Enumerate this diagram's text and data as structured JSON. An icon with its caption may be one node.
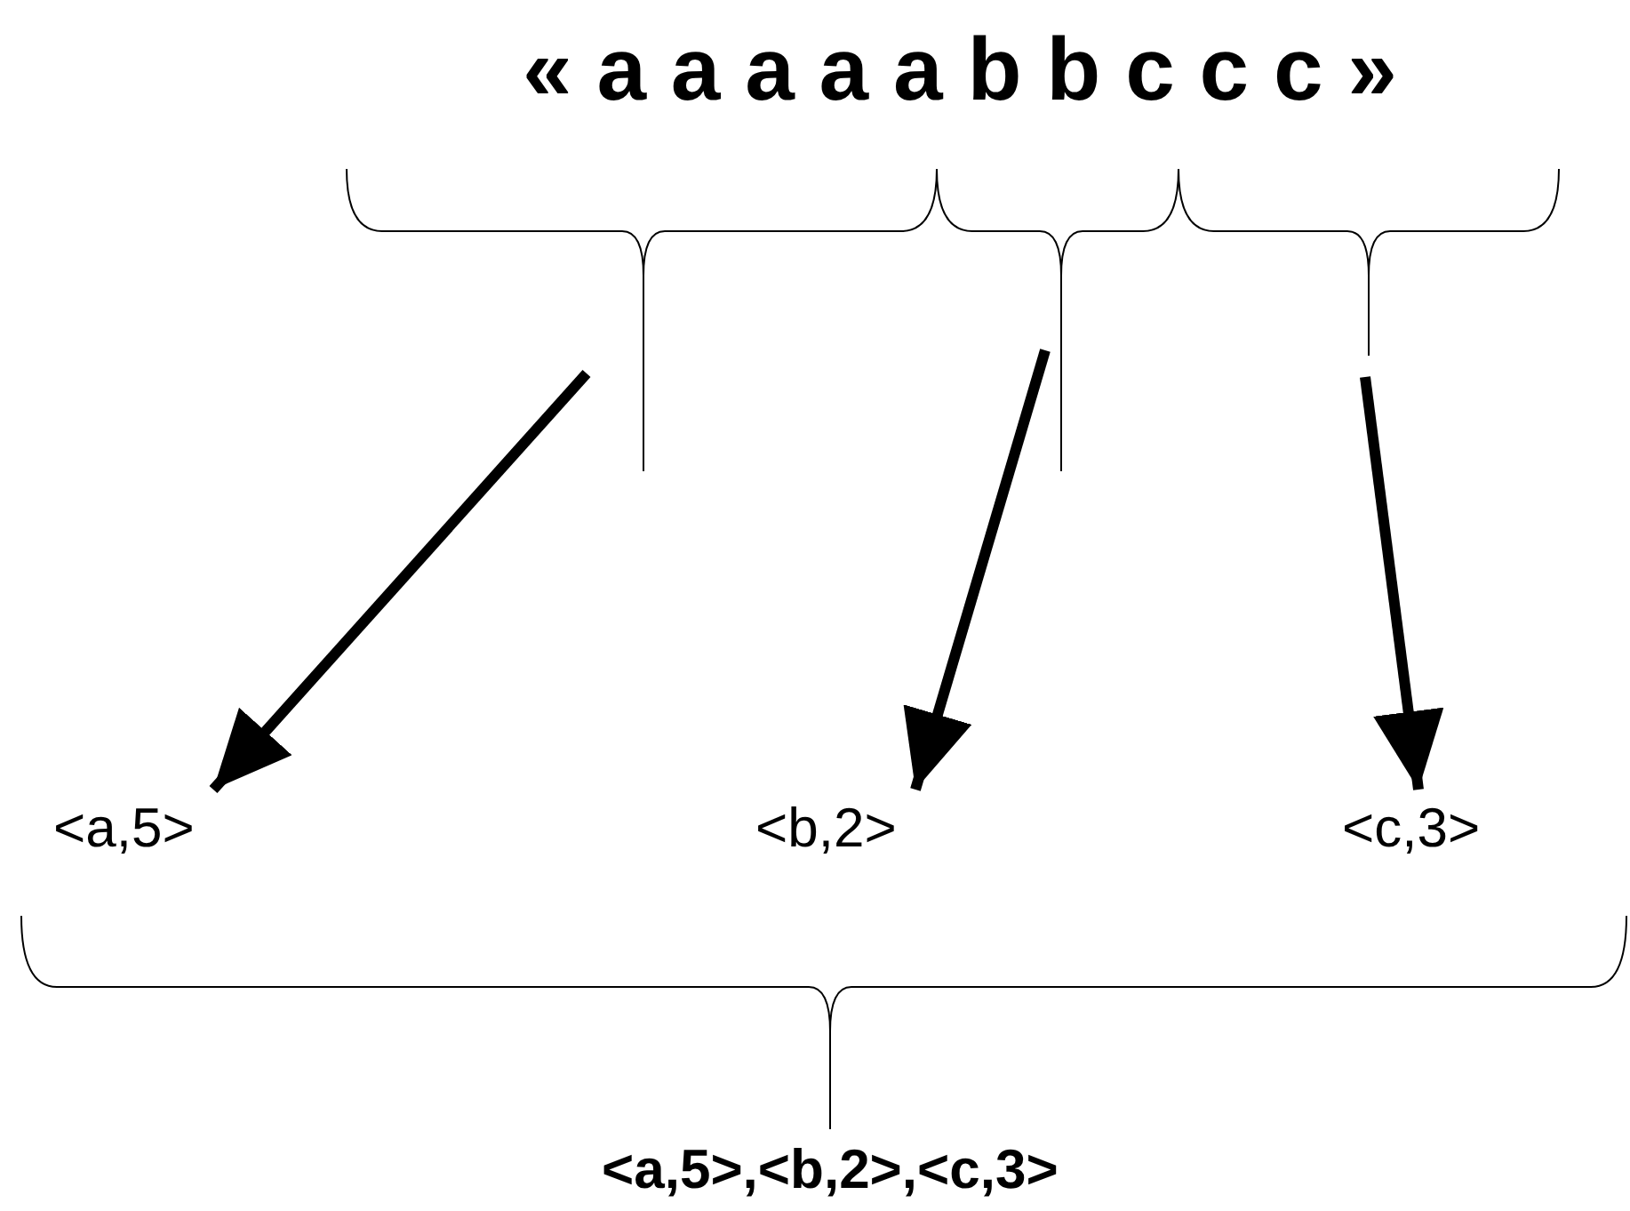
{
  "diagram": {
    "nodes": [
      {
        "text": [
          "<a,5>"
        ]
      },
      {
        "text": [
          "<b,2>"
        ]
      },
      {
        "text": [
          "<c,3>"
        ]
      }
    ],
    "edges": [
      {
        "from": null,
        "to": 0,
        "arrow": "to"
      },
      {
        "from": null,
        "to": 1,
        "arrow": "to"
      },
      {
        "from": null,
        "to": 2,
        "arrow": "to"
      }
    ],
    "labels": [
      "« a a a a a b b c c c »",
      "<a,5>,<b,2>,<c,3>"
    ]
  }
}
